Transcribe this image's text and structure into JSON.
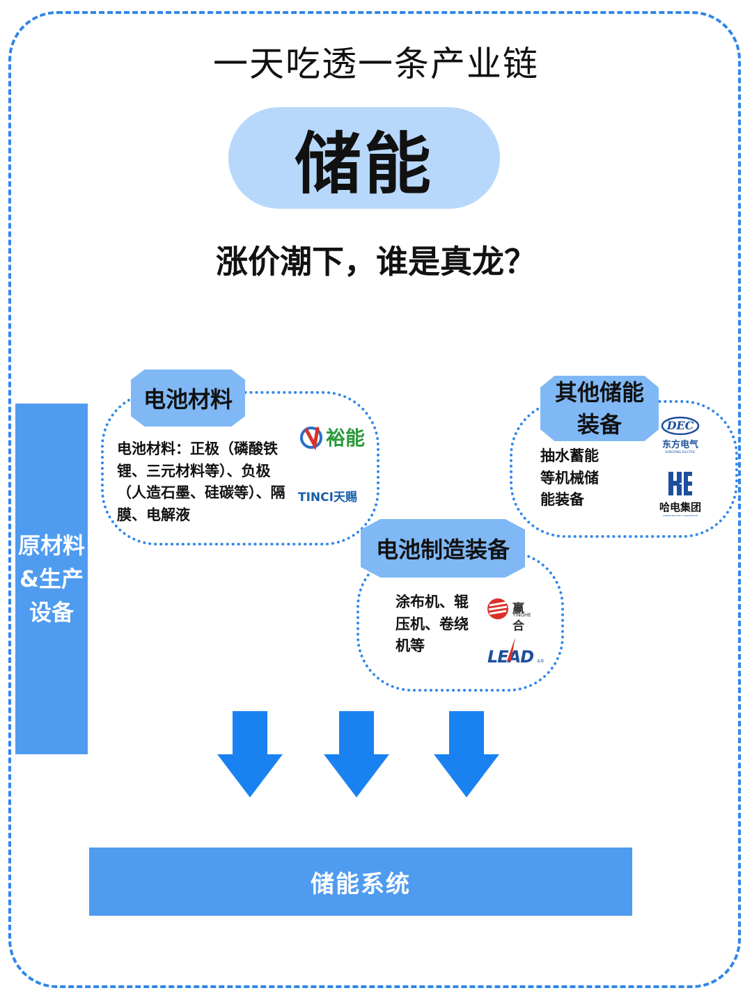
{
  "header": {
    "top_title": "一天吃透一条产业链",
    "main_title": "储能",
    "subtitle": "涨价潮下，谁是真龙？"
  },
  "side_bar": {
    "label": "原材料&生产设备"
  },
  "nodes": [
    {
      "tag": "电池材料",
      "desc": "电池材料：正极（磷酸铁锂、三元材料等）、负极（人造石墨、硅碳等）、隔膜、电解液",
      "logos": [
        {
          "name": "裕能",
          "icon": "yuneng-logo"
        },
        {
          "name": "TINCI天赐",
          "icon": "tinci-logo"
        }
      ]
    },
    {
      "tag": "其他储能装备",
      "desc": "抽水蓄能等机械储能装备",
      "logos": [
        {
          "name": "DEC",
          "caption": "东方电气",
          "small": "DONGFANG ELECTRIC",
          "icon": "dec-logo"
        },
        {
          "name": "哈电集团",
          "small": "HARBIN ELECTRIC CORPORATION",
          "icon": "harbin-electric-logo"
        }
      ]
    },
    {
      "tag": "电池制造装备",
      "desc": "涂布机、辊压机、卷绕机等",
      "logos": [
        {
          "name": "赢合",
          "small": "YINGHE",
          "icon": "yinghe-logo"
        },
        {
          "name": "LEAD",
          "small": "先导",
          "icon": "lead-logo"
        }
      ]
    }
  ],
  "bottom": {
    "label": "储能系统"
  },
  "colors": {
    "frame": "#2f86e8",
    "pill": "#b7d8fa",
    "tag": "#7fb8f5",
    "bar": "#4f9bef",
    "arrow": "#1a82f0"
  }
}
